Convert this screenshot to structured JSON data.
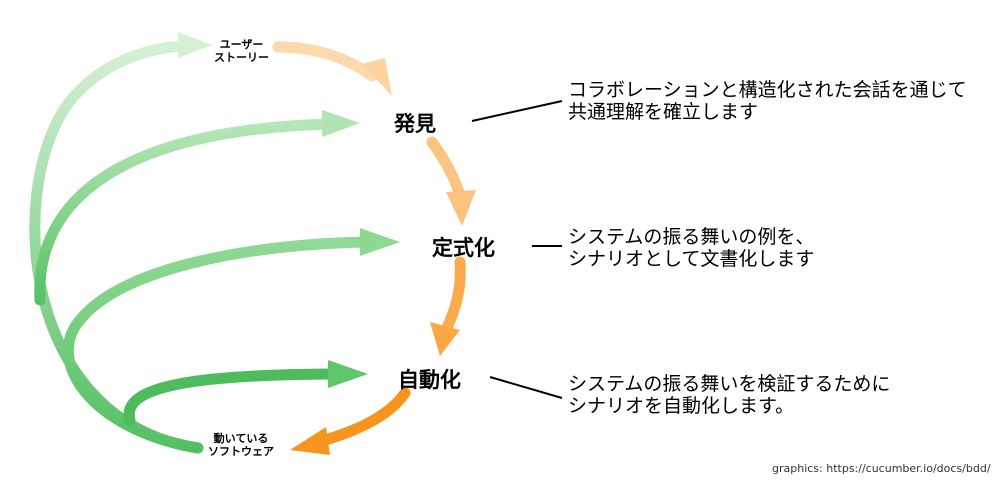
{
  "stages": {
    "user_story": [
      "ユーザー",
      "ストーリー"
    ],
    "discovery": "発見",
    "formulation": "定式化",
    "automation": "自動化",
    "working_software": [
      "動いている",
      "ソフトウェア"
    ]
  },
  "descriptions": {
    "discovery": [
      "コラボレーションと構造化された会話を通じて",
      "共通理解を確立します"
    ],
    "formulation": [
      "システムの振る舞いの例を、",
      "シナリオとして文書化します"
    ],
    "automation": [
      "システムの振る舞いを検証するために",
      "シナリオを自動化します。"
    ]
  },
  "credit": "graphics: https://cucumber.io/docs/bdd/",
  "colors": {
    "orange_light": "#fdd3a3",
    "orange_mid": "#fbb463",
    "orange_dark": "#f7941d",
    "green_pale": "#c9ebc9",
    "green_light": "#a5dfa8",
    "green_mid": "#79d07f",
    "green_dark": "#4cbb5a"
  }
}
